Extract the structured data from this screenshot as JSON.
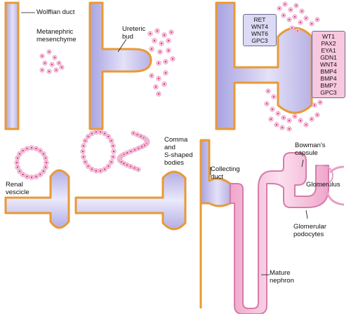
{
  "labels": {
    "wolffian_duct": "Wolffian duct",
    "metanephric_mesenchyme": "Metanephric\nmesenchyme",
    "ureteric_bud": "Ureteric\nbud",
    "renal_vesicle": "Renal\nvescicle",
    "comma_s_bodies": "Comma\nand\nS-shaped\nbodies",
    "collecting_duct": "Collecting\nduct",
    "bowmans_capsule": "Bowman's\ncapsule",
    "glomerulus": "Glomerulus",
    "glomerular_podocytes": "Glomerular\npodocytes",
    "mature_nephron": "Mature\nnephron"
  },
  "gene_boxes": {
    "left": [
      "RET",
      "WNT4",
      "WNT6",
      "GPC3"
    ],
    "right": [
      "WT1",
      "PAX2",
      "EYA1",
      "GDN1",
      "WNT4",
      "BMP4",
      "BMP4",
      "BMP7",
      "GPC3"
    ]
  },
  "colors": {
    "duct_fill": "#c9c4ec",
    "duct_edge": "#f2a33a",
    "cell_fill": "#f6c3dc",
    "cell_dot": "#d2407f",
    "nephron_fill": "#f4b8d6",
    "left_box": "#dcdaf4",
    "right_box": "#f7c8de"
  }
}
